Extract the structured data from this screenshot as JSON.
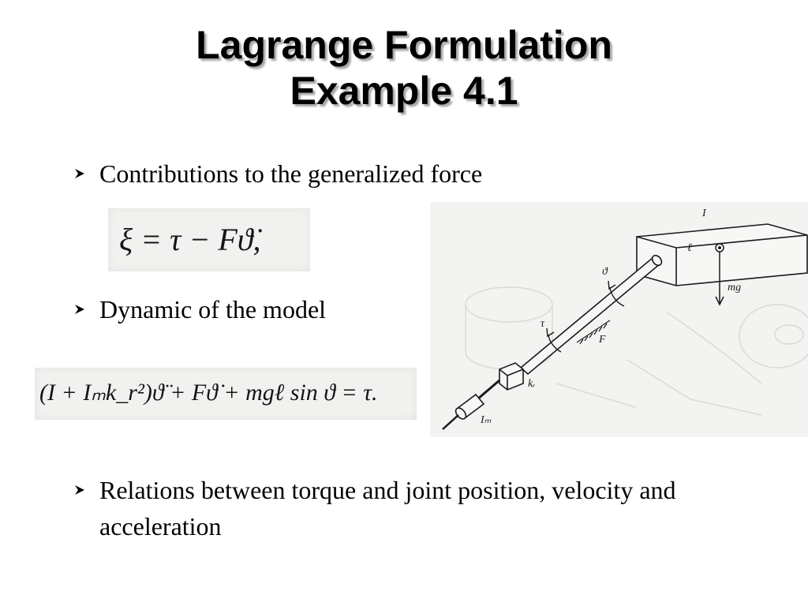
{
  "title": {
    "line1": "Lagrange Formulation",
    "line2": "Example 4.1"
  },
  "bullets": [
    {
      "text": "Contributions to the generalized force"
    },
    {
      "text": "Dynamic of the model"
    },
    {
      "text": "Relations between torque and joint position, velocity and acceleration"
    }
  ],
  "equations": {
    "generalized_force": "ξ = τ − Fϑ̇,",
    "dynamic_model": "(I + Iₘk_r²)ϑ̈ + Fϑ̇ + mgℓ sin ϑ = τ."
  },
  "figure_labels": {
    "I": "I",
    "l": "ℓ",
    "mg": "mg",
    "theta": "ϑ",
    "tau": "τ",
    "F": "F",
    "kr": "kᵣ",
    "Im": "Iₘ"
  },
  "colors": {
    "text": "#000000",
    "equation_bg": "#f1f1ef",
    "figure_bg": "#f3f3f1"
  }
}
